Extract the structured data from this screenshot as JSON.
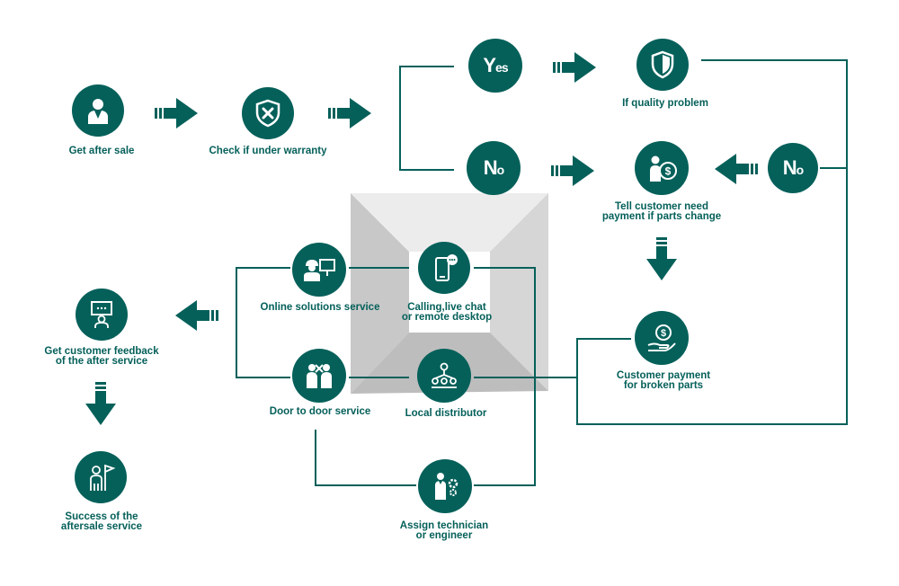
{
  "colors": {
    "primary": "#05605a",
    "line": "#05605a",
    "backdrop": "#cfcfcf"
  },
  "nodes": [
    {
      "id": "get-after-sale",
      "label": "Get after sale",
      "icon": "user-tie-icon"
    },
    {
      "id": "check-warranty",
      "label": "Check if under warranty",
      "icon": "shield-tools-icon"
    },
    {
      "id": "yes",
      "word": "Yes",
      "icon": "yes-word"
    },
    {
      "id": "no-1",
      "word": "No",
      "icon": "no-word"
    },
    {
      "id": "quality-problem",
      "label": "If quality problem",
      "icon": "shield-icon"
    },
    {
      "id": "tell-customer",
      "label": "Tell customer need\npayment if parts change",
      "icon": "person-moneybag-icon"
    },
    {
      "id": "no-2",
      "word": "No",
      "icon": "no-word"
    },
    {
      "id": "customer-payment",
      "label": "Customer payment\nfor broken parts",
      "icon": "hand-coin-icon"
    },
    {
      "id": "calling",
      "label": "Calling,live chat\nor remote desktop",
      "icon": "phone-chat-icon"
    },
    {
      "id": "online-solutions",
      "label": "Online solutions service",
      "icon": "computer-worker-icon"
    },
    {
      "id": "local-distributor",
      "label": "Local distributor",
      "icon": "network-people-icon"
    },
    {
      "id": "door-to-door",
      "label": "Door to door service",
      "icon": "technicians-icon"
    },
    {
      "id": "assign-technician",
      "label": "Assign technician\nor engineer",
      "icon": "engineer-gear-icon"
    },
    {
      "id": "customer-feedback",
      "label": "Get customer feedback\nof the after service",
      "icon": "presenter-icon"
    },
    {
      "id": "success",
      "label": "Success of the\naftersale service",
      "icon": "flag-person-icon"
    }
  ]
}
